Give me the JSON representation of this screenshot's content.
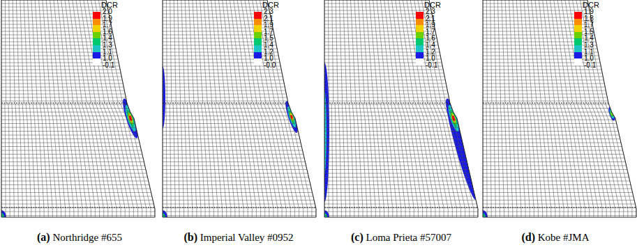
{
  "diagram": {
    "labels": [
      "DCR",
      "-0.1",
      "(a)",
      "Northridge #655",
      "DCR",
      "-0.0",
      "(b)",
      "Imperial Valley #0952",
      "DCR",
      "-0.1",
      "(c)",
      "Loma Prieta #57007",
      "DCR",
      "-0.1",
      "(d)",
      "Kobe #JMA"
    ],
    "legend": [
      {
        "text": "2.0",
        "color": "#ff0000"
      },
      {
        "text": "1.9",
        "color": "#ff8c00"
      },
      {
        "text": "1.7",
        "color": "#f2d200"
      },
      {
        "text": "1.6",
        "color": "#6ad000"
      },
      {
        "text": "1.4",
        "color": "#00c86e"
      },
      {
        "text": "1.3",
        "color": "#1cc4c4"
      },
      {
        "text": "1.1",
        "color": "#1a1ae6"
      },
      {
        "text": "1.0",
        "color": "#ffffff"
      },
      {
        "text": "2.3",
        "color": "#ff0000"
      },
      {
        "text": "2.1",
        "color": "#ff8c00"
      },
      {
        "text": "1.9",
        "color": "#f2d200"
      },
      {
        "text": "1.7",
        "color": "#6ad000"
      },
      {
        "text": "1.5",
        "color": "#00c86e"
      },
      {
        "text": "1.4",
        "color": "#1cc4c4"
      },
      {
        "text": "1.2",
        "color": "#1a1ae6"
      },
      {
        "text": "1.0",
        "color": "#ffffff"
      },
      {
        "text": "2.3",
        "color": "#ff0000"
      },
      {
        "text": "2.1",
        "color": "#ff8c00"
      },
      {
        "text": "1.9",
        "color": "#f2d200"
      },
      {
        "text": "1.7",
        "color": "#6ad000"
      },
      {
        "text": "1.6",
        "color": "#00c86e"
      },
      {
        "text": "1.4",
        "color": "#1cc4c4"
      },
      {
        "text": "1.2",
        "color": "#1a1ae6"
      },
      {
        "text": "1.0",
        "color": "#ffffff"
      },
      {
        "text": "1.9",
        "color": "#ff0000"
      },
      {
        "text": "1.8",
        "color": "#ff8c00"
      },
      {
        "text": "1.7",
        "color": "#f2d200"
      },
      {
        "text": "1.5",
        "color": "#6ad000"
      },
      {
        "text": "1.4",
        "color": "#00c86e"
      },
      {
        "text": "1.3",
        "color": "#1cc4c4"
      },
      {
        "text": "1.1",
        "color": "#1a1ae6"
      },
      {
        "text": "1.0",
        "color": "#ffffff"
      }
    ]
  }
}
